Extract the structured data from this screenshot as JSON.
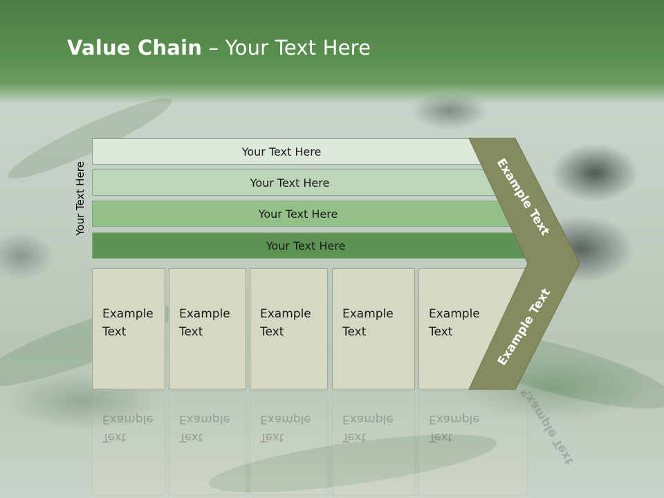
{
  "slide": {
    "title_bold": "Value Chain",
    "title_rest": " – Your Text Here",
    "vertical_label": "Your Text Here"
  },
  "bands": [
    {
      "label": "Your Text Here",
      "color": "#dde8da"
    },
    {
      "label": "Your Text Here",
      "color": "#bed6b8"
    },
    {
      "label": "Your Text Here",
      "color": "#93bf89"
    },
    {
      "label": "Your Text Here",
      "color": "#5d9353"
    }
  ],
  "columns": [
    {
      "line1": "Example",
      "line2": "Text"
    },
    {
      "line1": "Example",
      "line2": "Text"
    },
    {
      "line1": "Example",
      "line2": "Text"
    },
    {
      "line1": "Example",
      "line2": "Text"
    },
    {
      "line1": "Example",
      "line2": "Text"
    }
  ],
  "chevron": {
    "upper_text": "Example Text",
    "lower_text": "Example Text",
    "color": "#868a5f"
  },
  "colors": {
    "header": "#5a904f",
    "column_fill": "#d7d8c4"
  }
}
